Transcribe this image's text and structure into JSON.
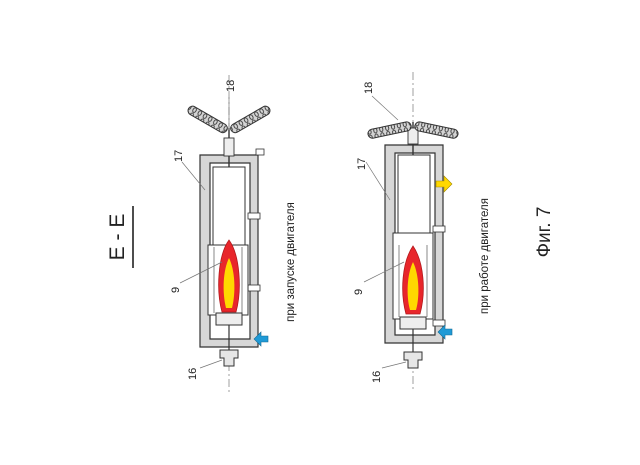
{
  "figure": {
    "section_label": "E - E",
    "figure_label": "Фиг. 7"
  },
  "left_panel": {
    "caption": "при запуске двигателя",
    "callouts": {
      "c18": "18",
      "c17": "17",
      "c9": "9",
      "c16": "16"
    }
  },
  "right_panel": {
    "caption": "при работе двигателя",
    "callouts": {
      "c18": "18",
      "c17": "17",
      "c9": "9",
      "c16": "16"
    }
  },
  "colors": {
    "flame_outer": "#e8262b",
    "flame_inner": "#ffd800",
    "air_inlet_arrow": "#1f9ad6",
    "exhaust_arrow": "#ffd800",
    "housing_fill": "#d7d7d7",
    "line": "#333333"
  }
}
